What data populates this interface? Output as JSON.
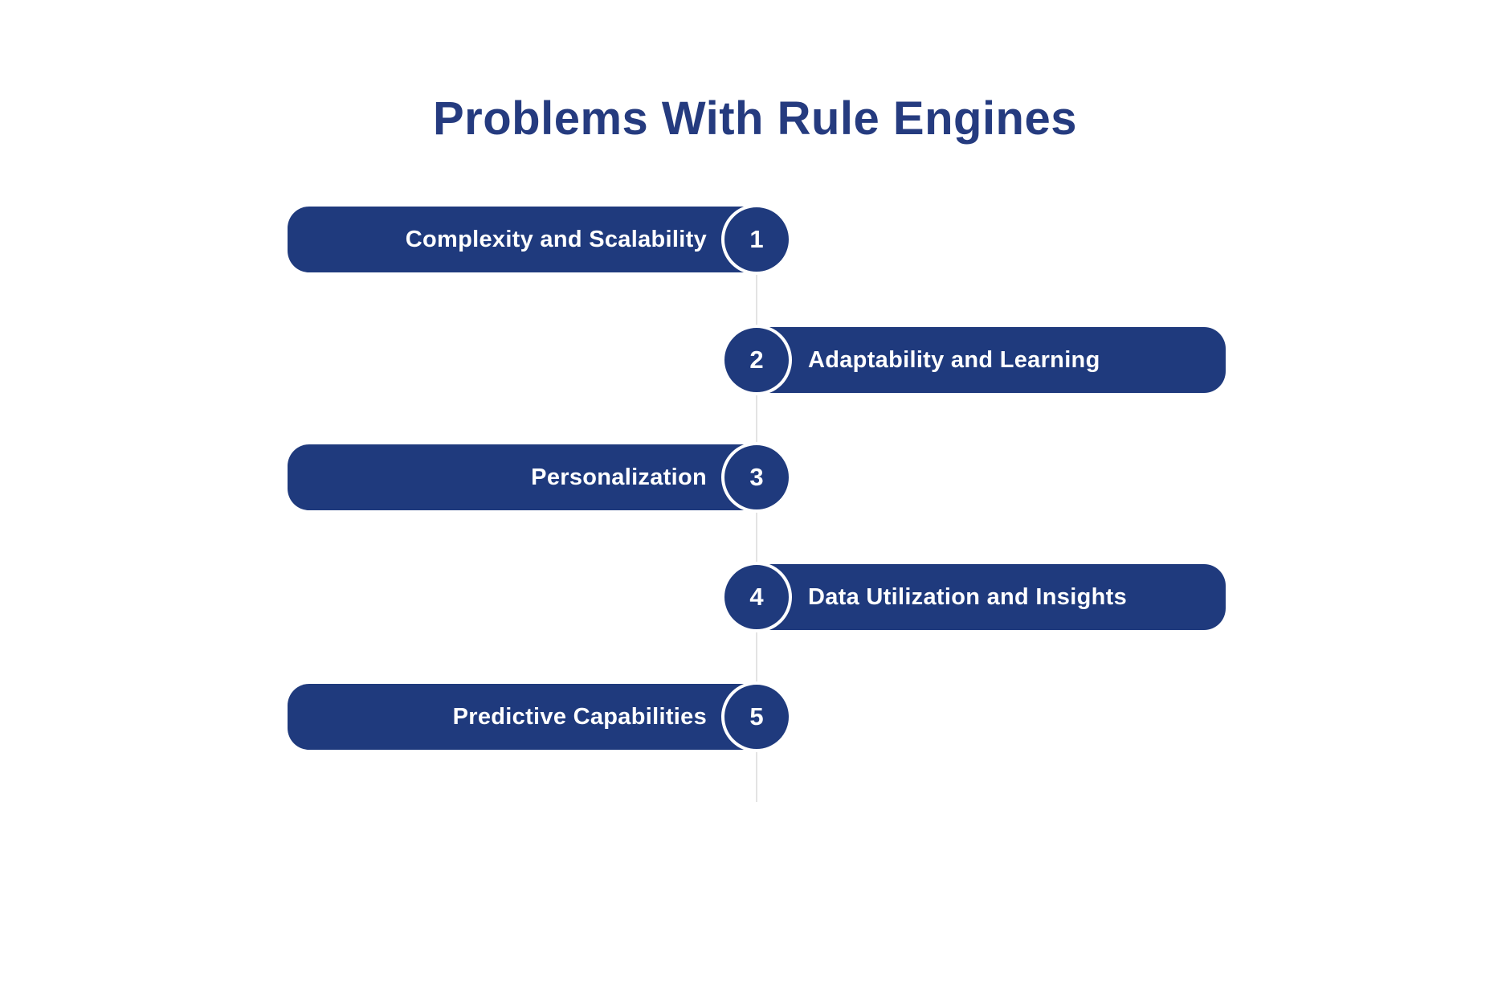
{
  "title": "Problems With Rule Engines",
  "items": [
    {
      "number": "1",
      "label": "Complexity and Scalability",
      "side": "left"
    },
    {
      "number": "2",
      "label": "Adaptability and Learning",
      "side": "right"
    },
    {
      "number": "3",
      "label": "Personalization",
      "side": "left"
    },
    {
      "number": "4",
      "label": "Data Utilization and Insights",
      "side": "right"
    },
    {
      "number": "5",
      "label": "Predictive Capabilities",
      "side": "left"
    }
  ],
  "colors": {
    "title": "#253b7f",
    "bar": "#1f3a7d",
    "bar_text": "#ffffff",
    "circle_fill": "#1f3a7d",
    "circle_ring": "#ffffff",
    "connector_line": "#e3e3e3",
    "background": "#ffffff"
  }
}
